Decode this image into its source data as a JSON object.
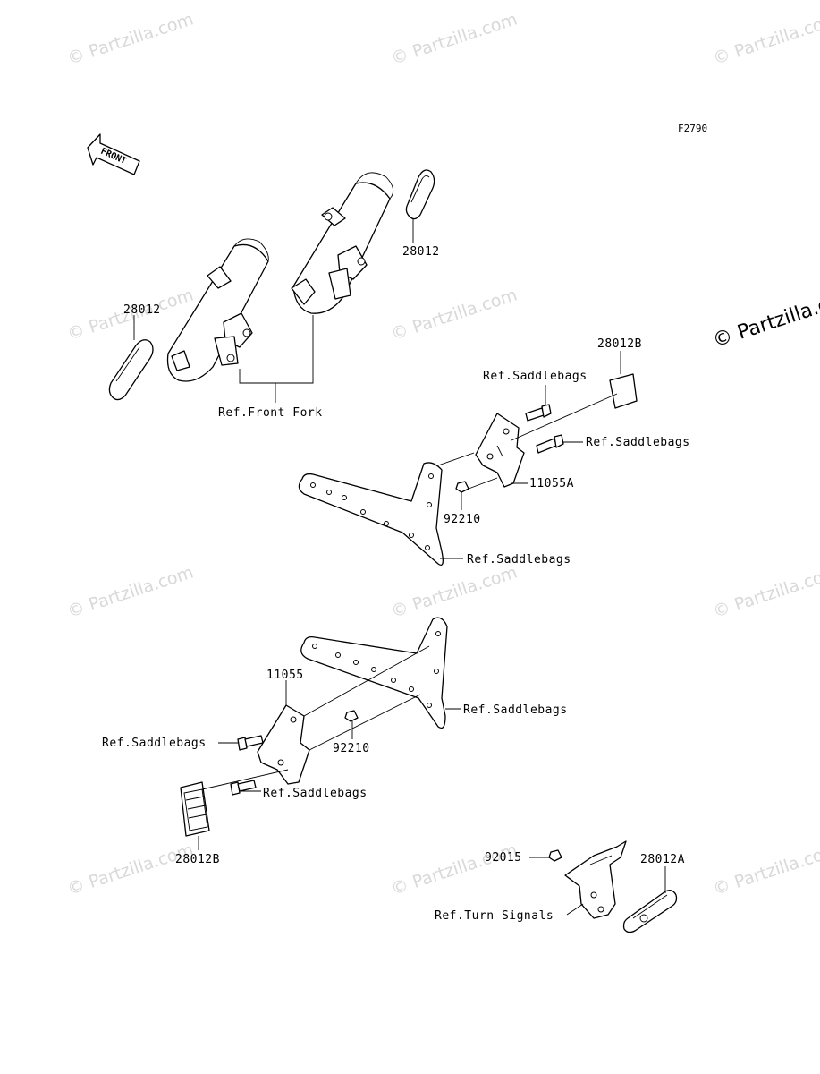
{
  "diagram_code": "F2790",
  "front_arrow_label": "FRONT",
  "watermark": "© Partzilla.com",
  "labels": {
    "reflector_fork_right": "28012",
    "reflector_fork_left": "28012",
    "ref_front_fork": "Ref.Front Fork",
    "reflector_b_right": "28012B",
    "ref_saddlebags_upper": "Ref.Saddlebags",
    "ref_saddlebags_right_bolt": "Ref.Saddlebags",
    "bracket_right": "11055A",
    "nut_right": "92210",
    "ref_saddlebags_right_rail": "Ref.Saddlebags",
    "bracket_left": "11055",
    "ref_saddlebags_left_rail": "Ref.Saddlebags",
    "ref_saddlebags_left_bolt1": "Ref.Saddlebags",
    "nut_left": "92210",
    "ref_saddlebags_left_bolt2": "Ref.Saddlebags",
    "reflector_b_left": "28012B",
    "nut_rear": "92015",
    "reflector_a": "28012A",
    "ref_turn_signals": "Ref.Turn Signals"
  }
}
